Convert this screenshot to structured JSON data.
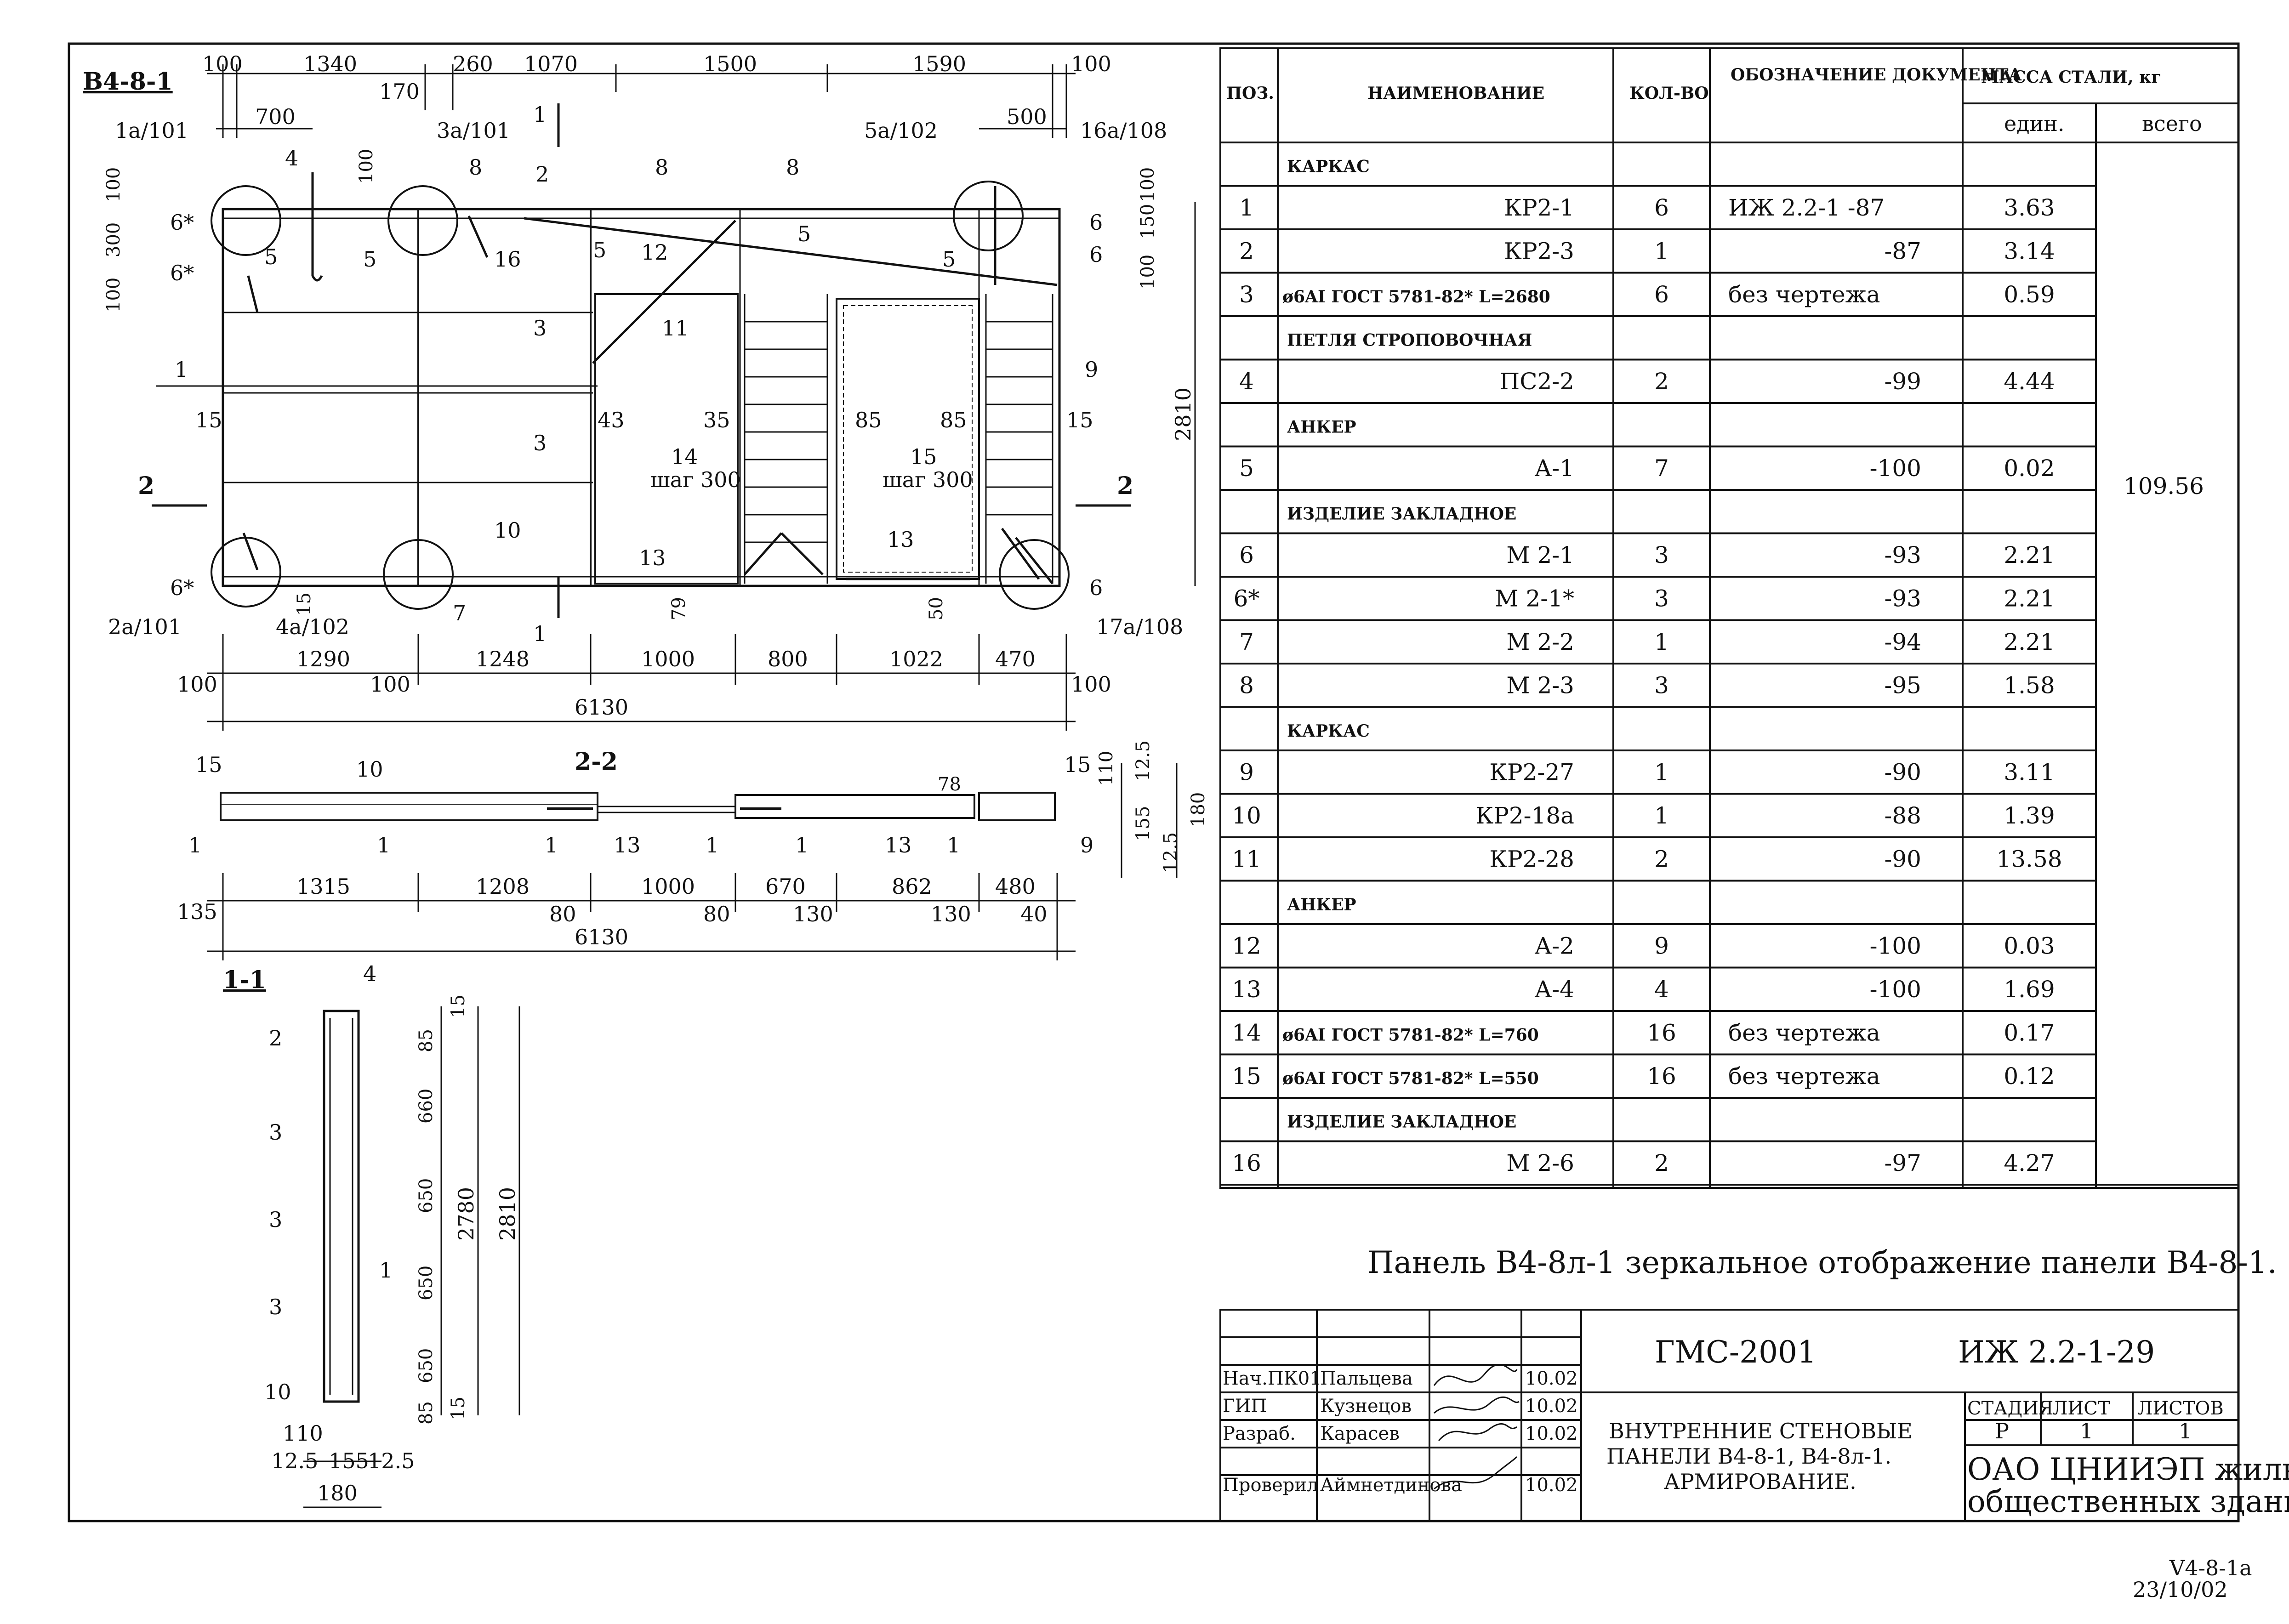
{
  "drawing": {
    "panel_label": "В4-8-1",
    "section_22": "2-2",
    "section_11": "1-1",
    "cut_marks": [
      "1",
      "1",
      "2",
      "2"
    ],
    "top_dims": [
      "100",
      "1340",
      "170",
      "260",
      "1070",
      "1500",
      "1590",
      "100",
      "700",
      "500",
      "100"
    ],
    "node_labels": [
      "1а/101",
      "3а/101",
      "5а/102",
      "16а/108",
      "2а/101",
      "4а/102",
      "17а/108"
    ],
    "left_vert_dims": [
      "100",
      "300",
      "100",
      "100"
    ],
    "right_vert_dims": [
      "100",
      "150",
      "100",
      "2810"
    ],
    "positions": [
      "6*",
      "6*",
      "6*",
      "4",
      "5",
      "5",
      "5",
      "5",
      "5",
      "8",
      "8",
      "8",
      "2",
      "16",
      "12",
      "11",
      "3",
      "3",
      "1",
      "9",
      "6",
      "6",
      "6",
      "10",
      "7",
      "13",
      "13",
      "14",
      "15",
      "15",
      "15"
    ],
    "shag_300": "шаг 300",
    "inner_dims": [
      "43",
      "35",
      "85",
      "85",
      "79",
      "50",
      "15"
    ],
    "bottom_dims_1": [
      "1290",
      "1248",
      "1000",
      "800",
      "1022",
      "470"
    ],
    "bottom_dims_1_ends": [
      "100",
      "100",
      "100"
    ],
    "total": "6130",
    "sec22_labels": [
      "15",
      "10",
      "15",
      "1",
      "1",
      "1",
      "13",
      "1",
      "1",
      "13",
      "1",
      "78",
      "9"
    ],
    "sec22_dims": [
      "135",
      "1315",
      "1208",
      "80",
      "1000",
      "80",
      "670",
      "130",
      "862",
      "130",
      "480",
      "40"
    ],
    "sec22_side": [
      "110",
      "12.5",
      "155",
      "12.5",
      "180"
    ],
    "sec11_labels": [
      "4",
      "2",
      "3",
      "3",
      "3",
      "1",
      "10"
    ],
    "sec11_dims_inner": [
      "15",
      "85",
      "660",
      "650",
      "650",
      "650",
      "85",
      "15"
    ],
    "sec11_dims_outer": [
      "2780",
      "2810"
    ],
    "sec11_bottom": [
      "110",
      "12.5",
      "155",
      "12.5",
      "180"
    ]
  },
  "table": {
    "headers": {
      "pos": "ПОЗ.",
      "name": "НАИМЕНОВАНИЕ",
      "qty": "КОЛ-ВО",
      "doc": "ОБОЗНАЧЕНИЕ ДОКУМЕНТА",
      "mass": "МАССА СТАЛИ, кг",
      "unit": "един.",
      "total": "всего"
    },
    "rows": [
      {
        "group": "КАРКАС"
      },
      {
        "pos": "1",
        "name": "КР2-1",
        "qty": "6",
        "doc": "ИЖ 2.2-1 -87",
        "unit": "3.63"
      },
      {
        "pos": "2",
        "name": "КР2-3",
        "qty": "1",
        "doc": "-87",
        "unit": "3.14"
      },
      {
        "pos": "3",
        "name": "ø6AI ГОСТ 5781-82* L=2680",
        "qty": "6",
        "doc": "без чертежа",
        "unit": "0.59"
      },
      {
        "group": "ПЕТЛЯ СТРОПОВОЧНАЯ"
      },
      {
        "pos": "4",
        "name": "ПС2-2",
        "qty": "2",
        "doc": "-99",
        "unit": "4.44"
      },
      {
        "group": "АНКЕР"
      },
      {
        "pos": "5",
        "name": "А-1",
        "qty": "7",
        "doc": "-100",
        "unit": "0.02"
      },
      {
        "group": "ИЗДЕЛИЕ ЗАКЛАДНОЕ"
      },
      {
        "pos": "6",
        "name": "М 2-1",
        "qty": "3",
        "doc": "-93",
        "unit": "2.21"
      },
      {
        "pos": "6*",
        "name": "М 2-1*",
        "qty": "3",
        "doc": "-93",
        "unit": "2.21"
      },
      {
        "pos": "7",
        "name": "М 2-2",
        "qty": "1",
        "doc": "-94",
        "unit": "2.21"
      },
      {
        "pos": "8",
        "name": "М 2-3",
        "qty": "3",
        "doc": "-95",
        "unit": "1.58"
      },
      {
        "group": "КАРКАС"
      },
      {
        "pos": "9",
        "name": "КР2-27",
        "qty": "1",
        "doc": "-90",
        "unit": "3.11"
      },
      {
        "pos": "10",
        "name": "КР2-18а",
        "qty": "1",
        "doc": "-88",
        "unit": "1.39"
      },
      {
        "pos": "11",
        "name": "КР2-28",
        "qty": "2",
        "doc": "-90",
        "unit": "13.58"
      },
      {
        "group": "АНКЕР"
      },
      {
        "pos": "12",
        "name": "А-2",
        "qty": "9",
        "doc": "-100",
        "unit": "0.03"
      },
      {
        "pos": "13",
        "name": "А-4",
        "qty": "4",
        "doc": "-100",
        "unit": "1.69"
      },
      {
        "pos": "14",
        "name": "ø6AI ГОСТ 5781-82* L=760",
        "qty": "16",
        "doc": "без чертежа",
        "unit": "0.17"
      },
      {
        "pos": "15",
        "name": "ø6AI ГОСТ 5781-82* L=550",
        "qty": "16",
        "doc": "без чертежа",
        "unit": "0.12"
      },
      {
        "group": "ИЗДЕЛИЕ ЗАКЛАДНОЕ"
      },
      {
        "pos": "16",
        "name": "М 2-6",
        "qty": "2",
        "doc": "-97",
        "unit": "4.27"
      }
    ],
    "total_mass": "109.56"
  },
  "note": "Панель В4-8л-1 зеркальное отображение панели В4-8-1.",
  "title_block": {
    "project": "ГМС-2001",
    "code": "ИЖ 2.2-1-29",
    "staff": [
      {
        "role": "Нач.ПК01",
        "name": "Пальцева",
        "date": "10.02"
      },
      {
        "role": "ГИП",
        "name": "Кузнецов",
        "date": "10.02"
      },
      {
        "role": "Разраб.",
        "name": "Карасев",
        "date": "10.02"
      },
      {
        "role": "Проверил",
        "name": "Аймнетдинова",
        "date": "10.02"
      }
    ],
    "title_lines": [
      "ВНУТРЕННИЕ СТЕНОВЫЕ",
      "ПАНЕЛИ В4-8-1, В4-8л-1.",
      "АРМИРОВАНИЕ."
    ],
    "stage_label": "СТАДИЯ",
    "sheet_label": "ЛИСТ",
    "sheets_label": "ЛИСТОВ",
    "stage": "Р",
    "sheet": "1",
    "sheets": "1",
    "org": [
      "ОАО ЦНИИЭП жилых и",
      "общественных зданий"
    ]
  },
  "stamp": [
    "V4-8-1a",
    "23/10/02"
  ]
}
